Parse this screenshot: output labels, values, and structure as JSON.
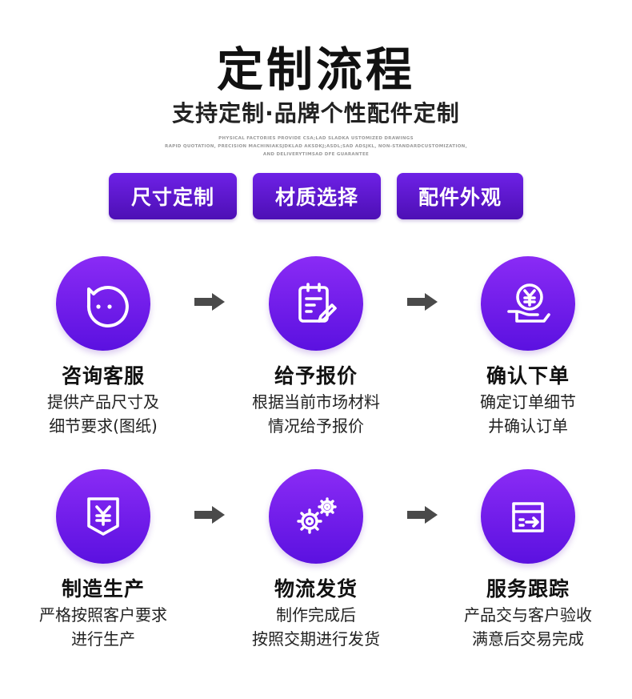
{
  "header": {
    "title": "定制流程",
    "subtitle": "支持定制·品牌个性配件定制",
    "tiny_lines": [
      "PHYSICAL FACTORIES PROVIDE CSA;LAD SLADKA USTOMIZED DRAWINGS",
      "RAPID QUOTATION, PRECISION MACHINIAKSJDKLAD AKSDKJ;ASDL;SAD ADSJKL, NON-STANDARDCUSTOMIZATION,",
      "AND DELIVERYTIMSAD DFE GUARANTEE"
    ]
  },
  "tags": [
    "尺寸定制",
    "材质选择",
    "配件外观"
  ],
  "steps": [
    {
      "title": "咨询客服",
      "desc1": "提供产品尺寸及",
      "desc2": "细节要求(图纸)",
      "icon": "chat-bubble-face-icon"
    },
    {
      "title": "给予报价",
      "desc1": "根据当前市场材料",
      "desc2": "情况给予报价",
      "icon": "clipboard-pen-icon"
    },
    {
      "title": "确认下单",
      "desc1": "确定订单细节",
      "desc2": "井确认订单",
      "icon": "yen-coin-hand-icon"
    },
    {
      "title": "制造生产",
      "desc1": "严格按照客户要求",
      "desc2": "进行生产",
      "icon": "yen-document-icon"
    },
    {
      "title": "物流发货",
      "desc1": "制作完成后",
      "desc2": "按照交期进行发货",
      "icon": "gears-icon"
    },
    {
      "title": "服务跟踪",
      "desc1": "产品交与客户验收",
      "desc2": "满意后交易完成",
      "icon": "box-arrow-icon"
    }
  ],
  "colors": {
    "accent_top": "#8a2bf5",
    "accent_bottom": "#5b11e0",
    "tag_top": "#6e21e6",
    "tag_bottom": "#4d0fb5",
    "arrow": "#4a4a4a"
  }
}
